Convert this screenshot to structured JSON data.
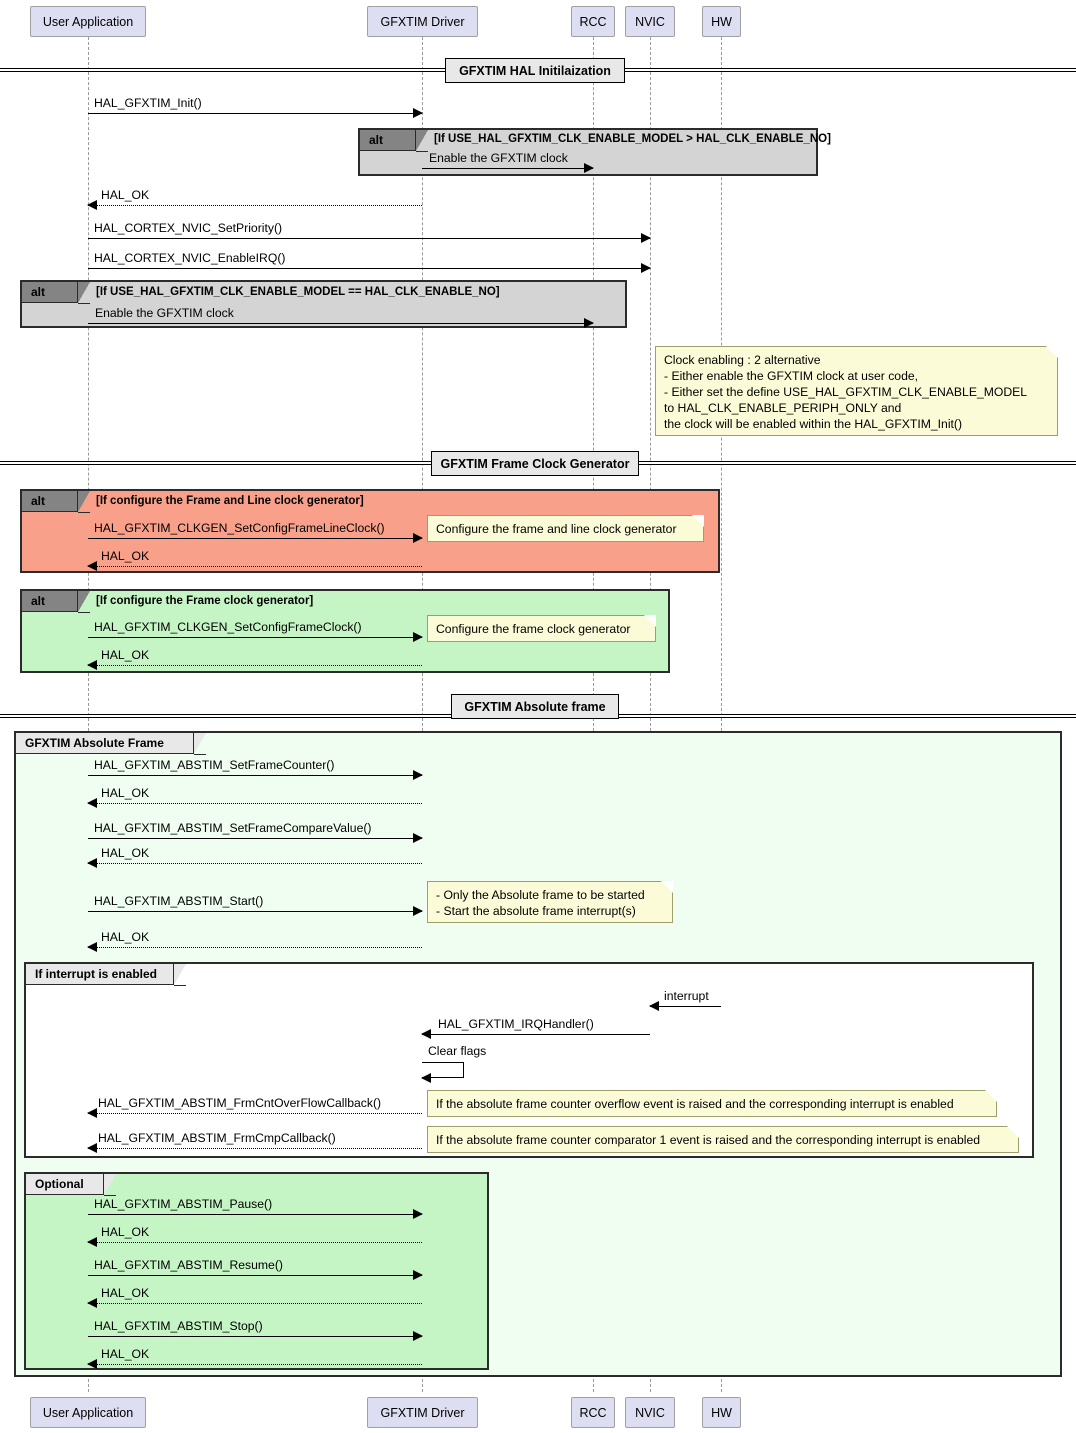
{
  "diagram": {
    "title": "GFXTIM HAL sequence diagram",
    "colors": {
      "actor_fill": "#DEDEF2",
      "alt_gray": "#D4D4D4",
      "alt_salmon": "#F9A08A",
      "alt_green": "#C5F5C5",
      "group_pale_green": "#EFFEF0",
      "note_fill": "#FBFBD8",
      "tab_dark": "#848484",
      "tab_light": "#E8E8E8"
    }
  },
  "participants": [
    {
      "id": "user",
      "label": "User Application"
    },
    {
      "id": "drv",
      "label": "GFXTIM Driver"
    },
    {
      "id": "rcc",
      "label": "RCC"
    },
    {
      "id": "nvic",
      "label": "NVIC"
    },
    {
      "id": "hw",
      "label": "HW"
    }
  ],
  "participants_bottom": [
    {
      "id": "user",
      "label": "User Application"
    },
    {
      "id": "drv",
      "label": "GFXTIM Driver"
    },
    {
      "id": "rcc",
      "label": "RCC"
    },
    {
      "id": "nvic",
      "label": "NVIC"
    },
    {
      "id": "hw",
      "label": "HW"
    }
  ],
  "dividers": [
    {
      "id": "div1",
      "label": "GFXTIM HAL Initilaization"
    },
    {
      "id": "div2",
      "label": "GFXTIM Frame Clock Generator"
    },
    {
      "id": "div3",
      "label": "GFXTIM Absolute frame"
    }
  ],
  "frames": [
    {
      "id": "alt1",
      "tab": "alt",
      "condition": "[If USE_HAL_GFXTIM_CLK_ENABLE_MODEL > HAL_CLK_ENABLE_NO]"
    },
    {
      "id": "alt2",
      "tab": "alt",
      "condition": "[If USE_HAL_GFXTIM_CLK_ENABLE_MODEL == HAL_CLK_ENABLE_NO]"
    },
    {
      "id": "alt3",
      "tab": "alt",
      "condition": "[If configure the Frame and Line clock generator]"
    },
    {
      "id": "alt4",
      "tab": "alt",
      "condition": "[If configure the Frame clock generator]"
    },
    {
      "id": "grp1",
      "tab": "GFXTIM Absolute Frame",
      "condition": ""
    },
    {
      "id": "grp2",
      "tab": "If interrupt is enabled",
      "condition": ""
    },
    {
      "id": "grp3",
      "tab": "Optional",
      "condition": ""
    }
  ],
  "messages": {
    "m_init": "HAL_GFXTIM_Init()",
    "m_enclk1": "Enable the GFXTIM clock",
    "m_ok1": "HAL_OK",
    "m_setprio": "HAL_CORTEX_NVIC_SetPriority()",
    "m_enirq": "HAL_CORTEX_NVIC_EnableIRQ()",
    "m_enclk2": "Enable the GFXTIM clock",
    "m_cfgframeline": "HAL_GFXTIM_CLKGEN_SetConfigFrameLineClock()",
    "m_ok2": "HAL_OK",
    "m_cfgframe": "HAL_GFXTIM_CLKGEN_SetConfigFrameClock()",
    "m_ok3": "HAL_OK",
    "m_setframecounter": "HAL_GFXTIM_ABSTIM_SetFrameCounter()",
    "m_ok4": "HAL_OK",
    "m_setframecompare": "HAL_GFXTIM_ABSTIM_SetFrameCompareValue()",
    "m_ok5": "HAL_OK",
    "m_abstimstart": "HAL_GFXTIM_ABSTIM_Start()",
    "m_ok6": "HAL_OK",
    "m_interrupt": "interrupt",
    "m_irqhandler": "HAL_GFXTIM_IRQHandler()",
    "m_clearflags": "Clear flags",
    "m_ovfcb": "HAL_GFXTIM_ABSTIM_FrmCntOverFlowCallback()",
    "m_cmpcb": "HAL_GFXTIM_ABSTIM_FrmCmpCallback()",
    "m_pause": "HAL_GFXTIM_ABSTIM_Pause()",
    "m_ok7": "HAL_OK",
    "m_resume": "HAL_GFXTIM_ABSTIM_Resume()",
    "m_ok8": "HAL_OK",
    "m_stop": "HAL_GFXTIM_ABSTIM_Stop()",
    "m_ok9": "HAL_OK"
  },
  "notes": {
    "n_clock": {
      "lines": [
        "Clock enabling : 2 alternative",
        "- Either enable the GFXTIM clock at user code,",
        "- Either set the define USE_HAL_GFXTIM_CLK_ENABLE_MODEL",
        "to  HAL_CLK_ENABLE_PERIPH_ONLY  and",
        "the clock will be enabled within the HAL_GFXTIM_Init()"
      ]
    },
    "n_cfgframeline": {
      "lines": [
        "Configure the frame and line clock generator"
      ]
    },
    "n_cfgframe": {
      "lines": [
        "Configure the frame clock generator"
      ]
    },
    "n_start": {
      "lines": [
        "- Only the Absolute frame to be started",
        "- Start the absolute frame interrupt(s)"
      ]
    },
    "n_ovf": {
      "lines": [
        "If the absolute frame counter overflow event is raised and the corresponding interrupt is enabled"
      ]
    },
    "n_cmp": {
      "lines": [
        "If the absolute frame counter comparator 1 event is raised and the corresponding interrupt is enabled"
      ]
    }
  }
}
